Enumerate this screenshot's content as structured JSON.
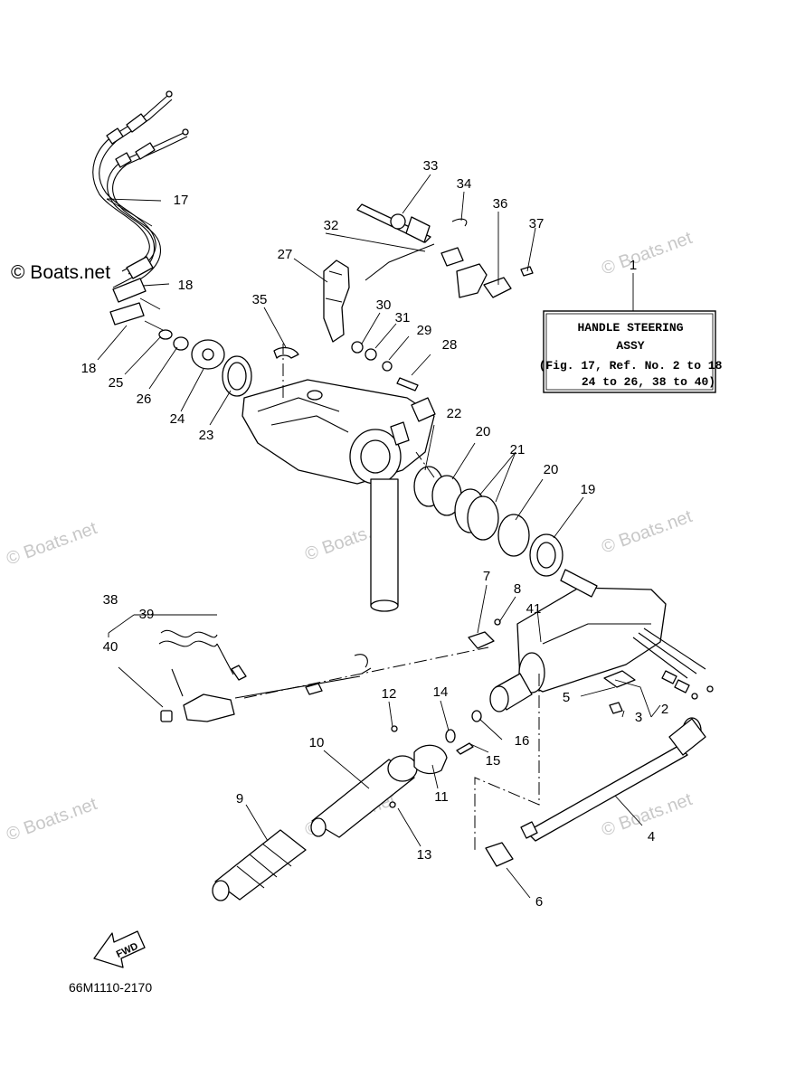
{
  "watermarks": {
    "main": "© Boats.net",
    "faint": "© Boats.net"
  },
  "callout_box": {
    "ref": "1",
    "line1": "HANDLE STEERING",
    "line2": "ASSY",
    "line3": "(Fig. 17, Ref. No. 2 to 18",
    "line4": "24 to 26, 38 to 40)"
  },
  "labels": {
    "p1": "1",
    "p2": "2",
    "p3": "3",
    "p4": "4",
    "p5": "5",
    "p6": "6",
    "p7": "7",
    "p8": "8",
    "p9": "9",
    "p10": "10",
    "p11": "11",
    "p12": "12",
    "p13": "13",
    "p14": "14",
    "p15": "15",
    "p16": "16",
    "p17": "17",
    "p18a": "18",
    "p18b": "18",
    "p19": "19",
    "p20a": "20",
    "p20b": "20",
    "p21": "21",
    "p22": "22",
    "p23": "23",
    "p24": "24",
    "p25": "25",
    "p26": "26",
    "p27": "27",
    "p28": "28",
    "p29": "29",
    "p30": "30",
    "p31": "31",
    "p32": "32",
    "p33": "33",
    "p34": "34",
    "p35": "35",
    "p36": "36",
    "p37": "37",
    "p38": "38",
    "p39": "39",
    "p40": "40",
    "p41": "41"
  },
  "fwd_label": "FWD",
  "diagram_code": "66M1110-2170"
}
